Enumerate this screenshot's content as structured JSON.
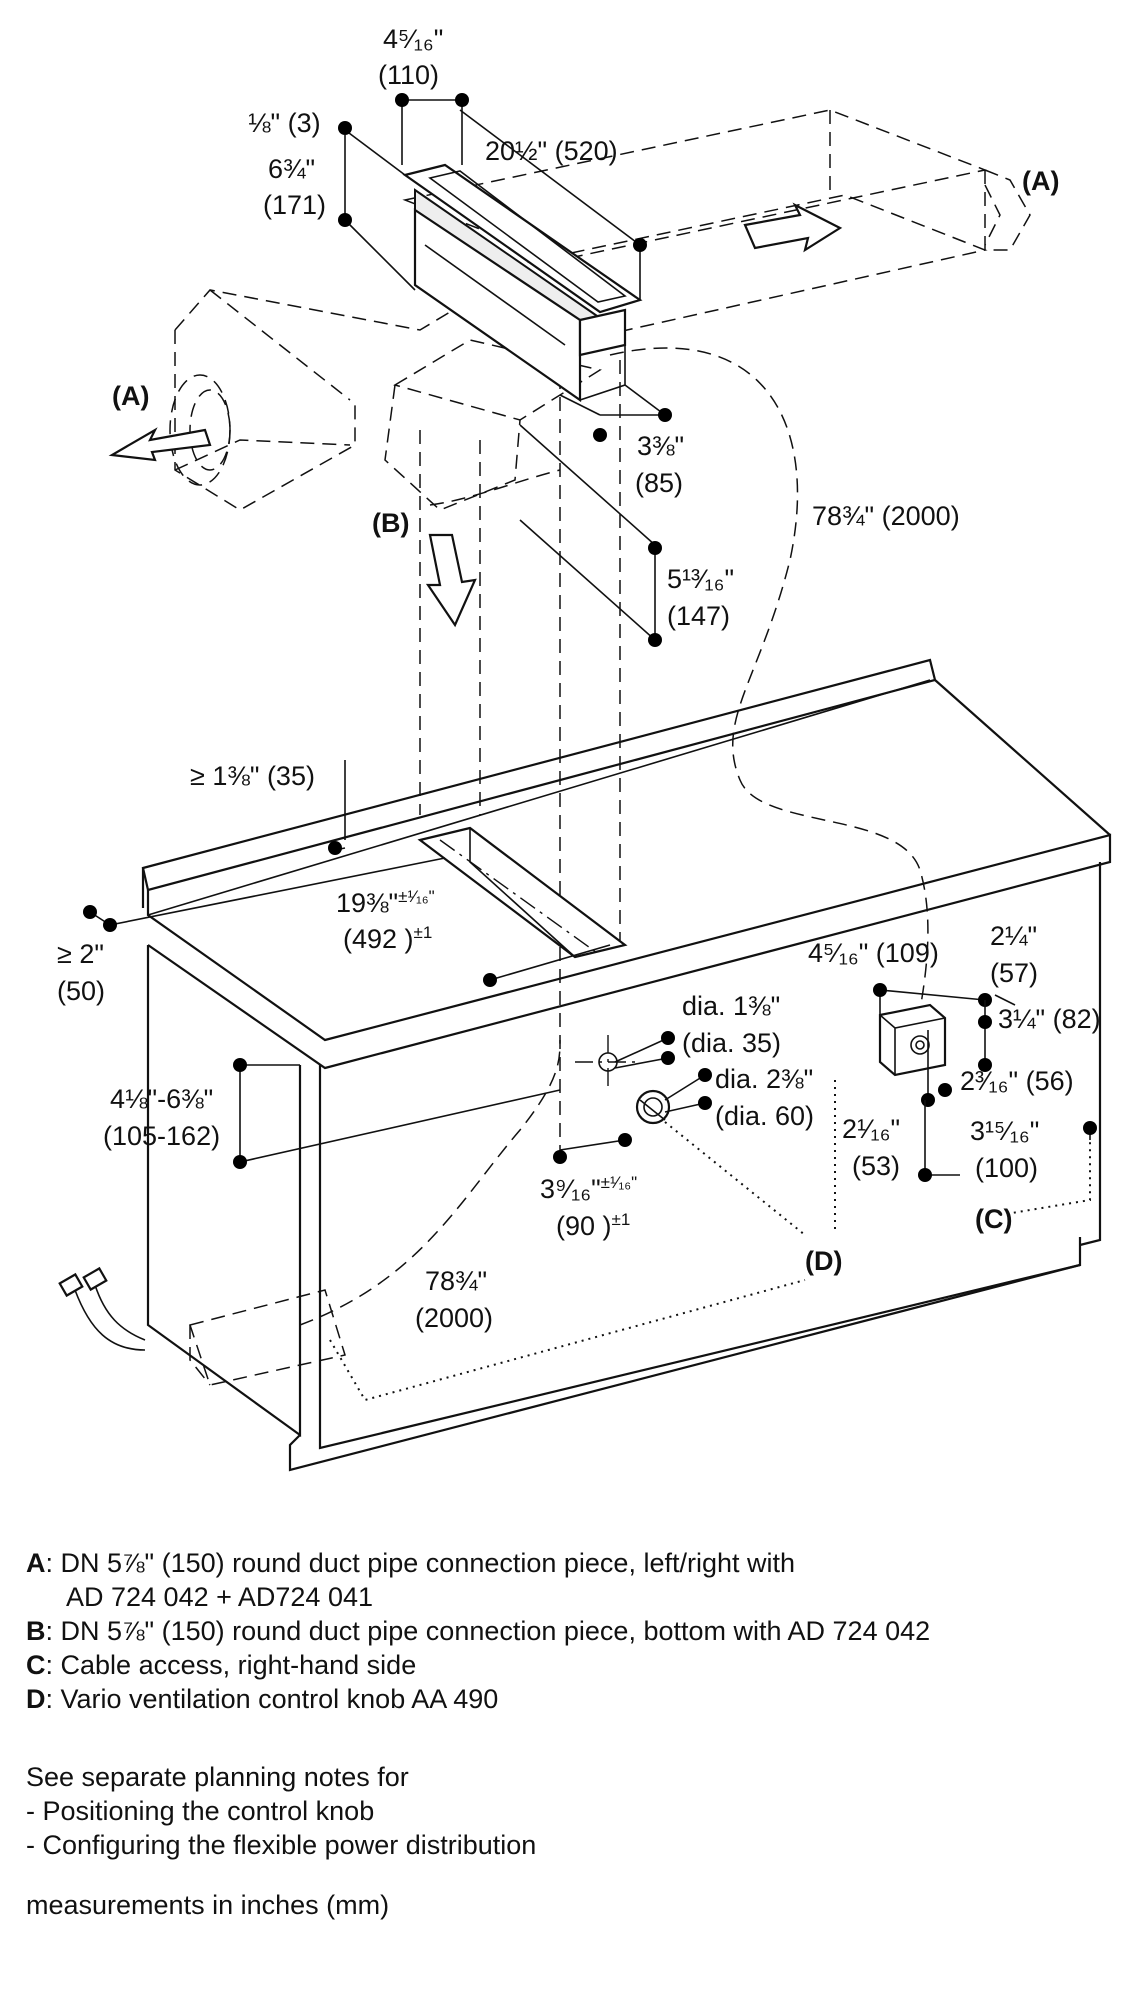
{
  "dimensions": {
    "top_width": [
      "4⁵⁄₁₆\"",
      "(110)"
    ],
    "flange": "⅛\" (3)",
    "height": [
      "6¾\"",
      "(171)"
    ],
    "length": "20½\" (520)",
    "depth_offset": [
      "3⅜\"",
      "(85)"
    ],
    "bottom_offset": [
      "5¹³⁄₁₆\"",
      "(147)"
    ],
    "cable_top": "78¾\" (2000)",
    "edge_min": "≥ 1⅜\" (35)",
    "cutout_length": [
      "19⅜\"",
      "±¹⁄₁₆\"",
      "(492 )",
      "±1"
    ],
    "edge_left": [
      "≥ 2\"",
      "(50)"
    ],
    "knob_height": [
      "4⅛\"-6⅜\"",
      "(105-162)"
    ],
    "cutout_width": [
      "3⁹⁄₁₆\"",
      "±¹⁄₁₆\"",
      "(90 )",
      "±1"
    ],
    "hole_small": [
      "dia. 1⅜\"",
      "(dia. 35)"
    ],
    "hole_large": [
      "dia. 2⅜\"",
      "(dia. 60)"
    ],
    "box_width": "4⁵⁄₁₆\" (109)",
    "box_depth": [
      "2¼\"",
      "(57)"
    ],
    "box_height": "3¼\" (82)",
    "box_offset": "2³⁄₁₆\" (56)",
    "box_bottom": [
      "2¹⁄₁₆\"",
      "(53)"
    ],
    "box_side": [
      "3¹⁵⁄₁₆\"",
      "(100)"
    ],
    "cable_bottom": [
      "78¾\"",
      "(2000)"
    ]
  },
  "callouts": {
    "a": "(A)",
    "b": "(B)",
    "c": "(C)",
    "d": "(D)"
  },
  "legend": [
    {
      "key": "A",
      "lines": [
        "DN 5⅞\" (150) round duct pipe connection piece, left/right with",
        "AD 724 042 + AD724 041"
      ]
    },
    {
      "key": "B",
      "lines": [
        "DN 5⅞\" (150) round duct pipe connection piece, bottom with AD 724 042"
      ]
    },
    {
      "key": "C",
      "lines": [
        "Cable access, right-hand side"
      ]
    },
    {
      "key": "D",
      "lines": [
        "Vario ventilation control knob AA 490"
      ]
    }
  ],
  "notes": [
    "See separate planning notes for",
    "- Positioning the control knob",
    "- Configuring the flexible power distribution"
  ],
  "units": "measurements in inches (mm)"
}
